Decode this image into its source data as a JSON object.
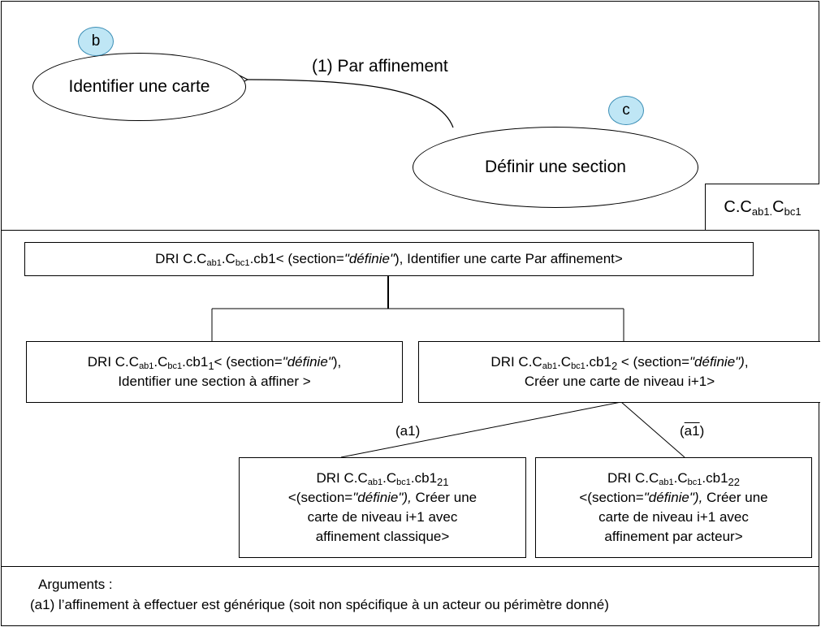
{
  "top_panel": {
    "node_identify": {
      "label": "Identifier une carte",
      "badge": "b"
    },
    "node_define": {
      "label": "Définir une section",
      "badge": "c"
    },
    "edge_label": "(1) Par affinement",
    "context_label": {
      "base": "C.C",
      "sub1": "ab1.",
      "mid": "C",
      "sub2": "bc1"
    }
  },
  "tree": {
    "root": {
      "prefix": "DRI C.C",
      "sub_ab": "ab1",
      "dot": ".C",
      "sub_bc": "bc1",
      "id": ".cb1",
      "open": "< (section=",
      "value": "\"définie\"",
      "rest": "), Identifier une carte Par affinement>"
    },
    "child1": {
      "prefix": "DRI C.C",
      "sub_ab": "ab1",
      "dot": ".C",
      "sub_bc": "bc1",
      "id": ".cb1",
      "id_sub": "1",
      "open": "< (section=",
      "value": "\"définie\"",
      "rest": "),",
      "line2": "Identifier une section à affiner >"
    },
    "child2": {
      "prefix": "DRI C.C",
      "sub_ab": "ab1",
      "dot": ".C",
      "sub_bc": "bc1",
      "id": ".cb1",
      "id_sub": "2",
      "open": " < (section=",
      "value": "\"définie\")",
      "rest": ",",
      "line2": "Créer une carte de niveau i+1>"
    },
    "branch_label_a1": "(a1)",
    "branch_label_not_a1": "(a1)",
    "leaf21": {
      "prefix": "DRI C.C",
      "sub_ab": "ab1",
      "dot": ".C",
      "sub_bc": "bc1",
      "id": ".cb1",
      "id_sub": "21",
      "open": "<(section=",
      "value": "\"définie\"),",
      "rest": " Créer une",
      "line3": "carte de niveau i+1 avec",
      "line4": "affinement classique>"
    },
    "leaf22": {
      "prefix": "DRI C.C",
      "sub_ab": "ab1",
      "dot": ".C",
      "sub_bc": "bc1",
      "id": ".cb1",
      "id_sub": "22",
      "open": "<(section=",
      "value": "\"définie\"),",
      "rest": " Créer une",
      "line3": "carte de niveau i+1 avec",
      "line4": "affinement par acteur>"
    }
  },
  "arguments": {
    "title": "Arguments :",
    "items": [
      "(a1) l’affinement à effectuer est générique (soit non spécifique à un acteur ou périmètre donné)"
    ]
  },
  "colors": {
    "badge_fill": "#bfe6f5",
    "badge_stroke": "#3a8db5",
    "line": "#000000"
  }
}
